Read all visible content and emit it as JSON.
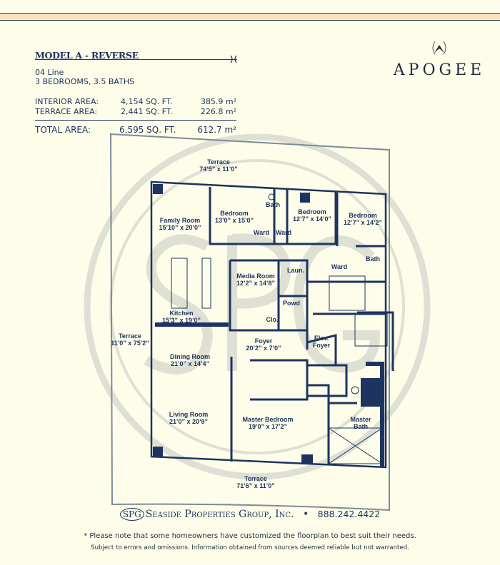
{
  "header": {
    "model_title": "MODEL A - REVERSE",
    "line": "04 Line",
    "rooms": "3 BEDROOMS, 3.5 BATHS",
    "areas": [
      {
        "label": "INTERIOR AREA:",
        "sqft": "4,154 SQ. FT.",
        "sqm": "385.9 m²"
      },
      {
        "label": "TERRACE AREA:",
        "sqft": "2,441 SQ. FT.",
        "sqm": "226.8 m²"
      }
    ],
    "total": {
      "label": "TOTAL AREA:",
      "sqft": "6,595 SQ. FT.",
      "sqm": "612.7 m²"
    }
  },
  "logo": {
    "name": "APOGEE"
  },
  "floorplan": {
    "rooms": [
      {
        "name": "Terrace",
        "dims": "74’5” x 11’0”"
      },
      {
        "name": "Family Room",
        "dims": "15’10” x 20’0”"
      },
      {
        "name": "Bedroom",
        "dims": "13’0” x 15’0”"
      },
      {
        "name": "Bath",
        "dims": ""
      },
      {
        "name": "Bedroom",
        "dims": "12’7” x 14’0”"
      },
      {
        "name": "Bedroom",
        "dims": "12’7” x 14’2”"
      },
      {
        "name": "Ward",
        "dims": ""
      },
      {
        "name": "Ward",
        "dims": ""
      },
      {
        "name": "Media Room",
        "dims": "12’2” x 14’8”"
      },
      {
        "name": "Laun.",
        "dims": ""
      },
      {
        "name": "Ward",
        "dims": ""
      },
      {
        "name": "Bath",
        "dims": ""
      },
      {
        "name": "Powd",
        "dims": ""
      },
      {
        "name": "Clo.",
        "dims": ""
      },
      {
        "name": "Kitchen",
        "dims": "15’3” x 19’0”"
      },
      {
        "name": "Terrace",
        "dims": "11’0” x 75’2”"
      },
      {
        "name": "Foyer",
        "dims": "20’2” x 7’0”"
      },
      {
        "name": "Elev.",
        "dims": "Foyer"
      },
      {
        "name": "Dining Room",
        "dims": "21’0” x 14’4”"
      },
      {
        "name": "Living Room",
        "dims": "21’0” x 20’9”"
      },
      {
        "name": "Master Bedroom",
        "dims": "19’0” x 17’2”"
      },
      {
        "name": "Master",
        "dims": "Bath"
      },
      {
        "name": "Terrace",
        "dims": "71’6” x 11’0”"
      }
    ]
  },
  "footer": {
    "company_mark": "SPG",
    "company": "Seaside Properties Group, Inc.",
    "separator": "•",
    "phone": "888.242.4422",
    "note": "* Please note that some homeowners have customized the floorplan to best suit their needs.",
    "disclaimer": "Subject to errors and omissions. Information obtained from sources deemed reliable but not warranted."
  },
  "colors": {
    "background": "#fefde9",
    "navy": "#1d3461",
    "band": "#fde1bd",
    "watermark": "#d9ddd0"
  }
}
